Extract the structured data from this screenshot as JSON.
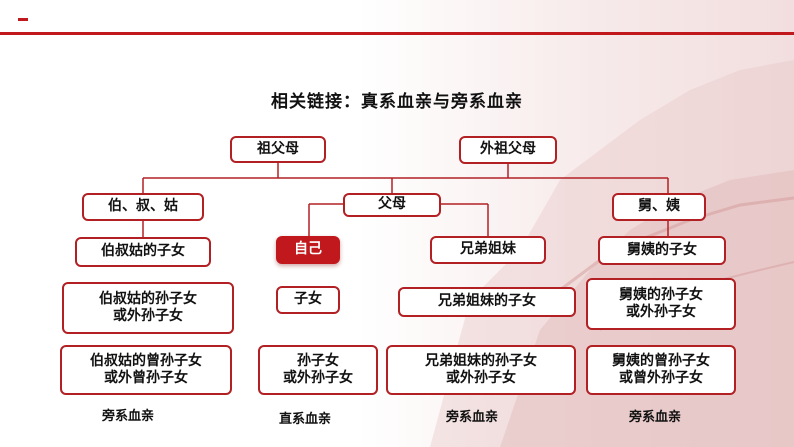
{
  "title": "相关链接：真系血亲与旁系血亲",
  "colors": {
    "accent": "#c0181c",
    "border": "#b22024",
    "self_fill": "#c0181c"
  },
  "nodes": {
    "grandparents": "祖父母",
    "maternal_grandparents": "外祖父母",
    "paternal_uncles_aunts": "伯、叔、姑",
    "parents": "父母",
    "maternal_uncles_aunts": "舅、姨",
    "paternal_cousins": "伯叔姑的子女",
    "self": "自己",
    "siblings": "兄弟姐妹",
    "maternal_cousins": "舅姨的子女",
    "paternal_grand_l1": "伯叔姑的孙子女",
    "paternal_grand_l2": "或外孙子女",
    "children": "子女",
    "sibling_children": "兄弟姐妹的子女",
    "maternal_grand_l1": "舅姨的孙子女",
    "maternal_grand_l2": "或外孙子女",
    "paternal_great_l1": "伯叔姑的曾孙子女",
    "paternal_great_l2": "或外曾孙子女",
    "grandchildren_l1": "孙子女",
    "grandchildren_l2": "或外孙子女",
    "sibling_grand_l1": "兄弟姐妹的孙子女",
    "sibling_grand_l2": "或外孙子女",
    "maternal_great_l1": "舅姨的曾孙子女",
    "maternal_great_l2": "或曾外孙子女"
  },
  "column_labels": {
    "col1": "旁系血亲",
    "col2": "直系血亲",
    "col3": "旁系血亲",
    "col4": "旁系血亲"
  }
}
